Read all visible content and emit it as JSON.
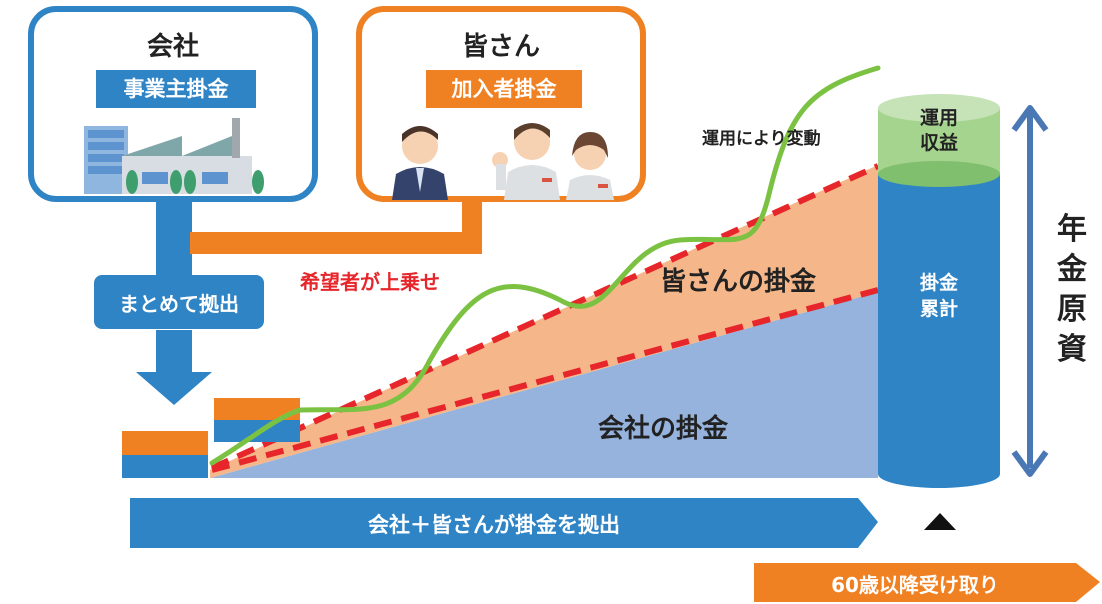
{
  "company_box": {
    "title": "会社",
    "label": "事業主掛金"
  },
  "employee_box": {
    "title": "皆さん",
    "label": "加入者掛金"
  },
  "labels": {
    "voluntary": "希望者が上乗せ",
    "collect": "まとめて拠出",
    "fluctuation": "運用により変動",
    "employee_contrib": "皆さんの掛金",
    "company_contrib": "会社の掛金",
    "investment_income": [
      "運用",
      "収益"
    ],
    "cumulative": [
      "掛金",
      "累計"
    ],
    "pension_fund": [
      "年",
      "金",
      "原",
      "資"
    ],
    "bottom_arrow": "会社＋皆さんが掛金を拠出",
    "receive_arrow": "60歳以降受け取り"
  },
  "colors": {
    "blue": "#2f84c6",
    "orange": "#f08122",
    "light_blue_area": "#95b3dc",
    "light_orange_area": "#f5b789",
    "green_line": "#7cc242",
    "red_dash": "#e6262b",
    "income_green": "#a4d48e"
  }
}
